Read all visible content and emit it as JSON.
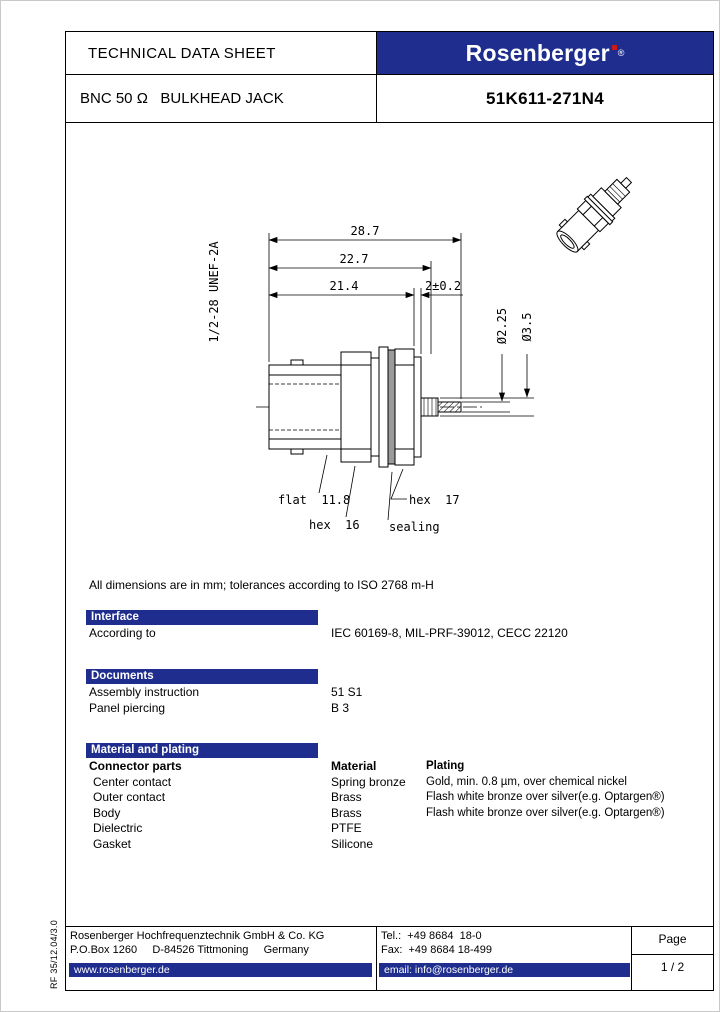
{
  "header": {
    "title": "TECHNICAL DATA SHEET",
    "brand": "Rosenberger",
    "brand_mark": "®",
    "product": "BNC 50 Ω   BULKHEAD JACK",
    "part_number": "51K611-271N4"
  },
  "drawing": {
    "dim_28_7": "28.7",
    "dim_22_7": "22.7",
    "dim_21_4": "21.4",
    "dim_2": "2±0.2",
    "thread_label": "1/2-28 UNEF-2A",
    "dia_2_25": "Ø2.25",
    "dia_3_5": "Ø3.5",
    "label_flat": "flat  11.8",
    "label_hex16": "hex  16",
    "label_hex17": "hex  17",
    "label_sealing": "sealing",
    "note": "All dimensions are in mm; tolerances according to ISO 2768 m-H"
  },
  "sections": {
    "interface": {
      "title": "Interface",
      "rows": [
        {
          "label": "According to",
          "value": "IEC 60169-8, MIL-PRF-39012, CECC 22120"
        }
      ]
    },
    "documents": {
      "title": "Documents",
      "rows": [
        {
          "label": "Assembly instruction",
          "value": "51 S1"
        },
        {
          "label": "Panel piercing",
          "value": "B 3"
        }
      ]
    },
    "material": {
      "title": "Material and plating",
      "col_parts": "Connector parts",
      "col_material": "Material",
      "col_plating": "Plating",
      "rows": [
        {
          "part": "Center contact",
          "material": "Spring bronze",
          "plating": "Gold, min. 0.8 µm, over chemical nickel"
        },
        {
          "part": "Outer contact",
          "material": "Brass",
          "plating": "Flash white bronze over silver(e.g. Optargen®)"
        },
        {
          "part": "Body",
          "material": "Brass",
          "plating": "Flash white bronze over silver(e.g. Optargen®)"
        },
        {
          "part": "Dielectric",
          "material": "PTFE",
          "plating": ""
        },
        {
          "part": "Gasket",
          "material": "Silicone",
          "plating": ""
        }
      ]
    }
  },
  "footer": {
    "company": "Rosenberger Hochfrequenztechnik GmbH & Co. KG",
    "address": "P.O.Box 1260     D-84526 Tittmoning     Germany",
    "website": "www.rosenberger.de",
    "tel": "Tel.:  +49 8684  18-0",
    "fax": "Fax:  +49 8684 18-499",
    "email": "email: info@rosenberger.de",
    "page_label": "Page",
    "page_number": "1 / 2"
  },
  "side_note": "RF 35/12.04/3.0"
}
